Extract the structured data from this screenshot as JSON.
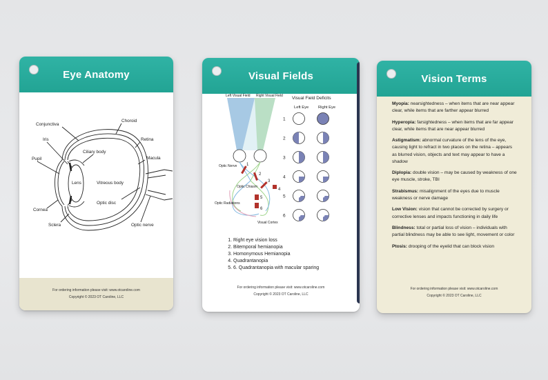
{
  "cards": {
    "anatomy": {
      "title": "Eye Anatomy",
      "labels": {
        "conjunctiva": "Conjunctiva",
        "choroid": "Choroid",
        "iris": "Iris",
        "retina": "Retina",
        "ciliary_body": "Ciliary body",
        "pupil": "Pupil",
        "macula": "Macula",
        "lens": "Lens",
        "vitreous_body": "Vitreous body",
        "optic_disc": "Optic disc",
        "cornea": "Cornea",
        "sclera": "Sclera",
        "optic_nerve": "Optic nerve"
      },
      "footer": {
        "line1": "For ordering information please visit: www.otcaroline.com",
        "line2": "Copyright © 2023 OT Caroline, LLC"
      }
    },
    "fields": {
      "title": "Visual Fields",
      "deficits_title": "Visual Field Deficits",
      "left_eye": "Left Eye",
      "right_eye": "Right Eye",
      "diagram_labels": {
        "left_field": "Left Visual Field",
        "right_field": "Right Visual Field",
        "optic_nerve": "Optic Nerve",
        "optic_chiasm": "Optic Chiasm",
        "optic_radiations": "Optic Radiations",
        "visual_cortex": "Visual Cortex"
      },
      "row_numbers": [
        "1",
        "2",
        "3",
        "4",
        "5",
        "6"
      ],
      "markers": [
        "1",
        "2",
        "3",
        "4",
        "5",
        "6"
      ],
      "deficits": [
        "Right eye vision loss",
        "Bitemporal hemianopia",
        "Homonymous Hemianopia",
        "Quadrantanopia",
        "6. Quadrantanopia with macular sparing"
      ],
      "colors": {
        "fill": "#7a82b5",
        "field_left": "#6f9fd6",
        "field_right": "#9ed48a"
      },
      "footer": {
        "line1": "For ordering information please visit: www.otcaroline.com",
        "line2": "Copyright © 2023 OT Caroline, LLC"
      }
    },
    "terms": {
      "title": "Vision Terms",
      "items": [
        {
          "term": "Myopia:",
          "definition": " nearsightedness – when items that are near appear clear, while items that are farther appear blurred"
        },
        {
          "term": "Hyperopia:",
          "definition": " farsightedness – when items that are far appear clear, while items that are near appear blurred"
        },
        {
          "term": "Astigmatism:",
          "definition": " abnormal curvature of the lens of the eye, causing light to refract in two places on the retina – appears as blurred vision, objects and text may appear to have a shadow"
        },
        {
          "term": "Diplopia:",
          "definition": " double vision – may be caused by weakness of one eye muscle, stroke, TBI"
        },
        {
          "term": "Strabismus:",
          "definition": " misalignment of the eyes due to muscle weakness or nerve damage"
        },
        {
          "term": "Low Vision:",
          "definition": " vision that cannot be corrected by surgery or corrective lenses and impacts functioning in daily life"
        },
        {
          "term": "Blindness:",
          "definition": " total or partial loss of vision – individuals with partial blindness may be able to see light, movement or color"
        },
        {
          "term": "Ptosis:",
          "definition": " drooping of the eyelid that can block vision"
        }
      ],
      "footer": {
        "line1": "For ordering information please visit: www.otcaroline.com",
        "line2": "Copyright © 2023 OT Caroline, LLC"
      }
    }
  },
  "colors": {
    "header_teal": "#27a99a",
    "card_cream": "#f0ecd8",
    "background": "#e6e7e9"
  }
}
